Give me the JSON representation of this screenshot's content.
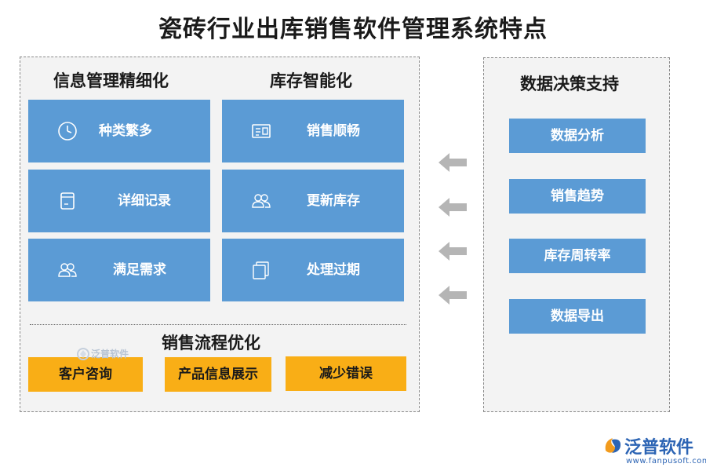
{
  "title": "瓷砖行业出库销售软件管理系统特点",
  "left_panel": {
    "info_heading": "信息管理精细化",
    "stock_heading": "库存智能化",
    "info_items": [
      {
        "label": "种类繁多",
        "icon": "clock-icon"
      },
      {
        "label": "详细记录",
        "icon": "document-icon"
      },
      {
        "label": "满足需求",
        "icon": "users-icon"
      }
    ],
    "stock_items": [
      {
        "label": "销售顺畅",
        "icon": "invoice-icon"
      },
      {
        "label": "更新库存",
        "icon": "users-icon"
      },
      {
        "label": "处理过期",
        "icon": "files-icon"
      }
    ],
    "flow_heading": "销售流程优化",
    "flow_items": [
      "客户咨询",
      "产品信息展示",
      "减少错误"
    ]
  },
  "right_panel": {
    "heading": "数据决策支持",
    "items": [
      "数据分析",
      "销售趋势",
      "库存周转率",
      "数据导出"
    ]
  },
  "watermark": "泛普软件",
  "brand": {
    "name": "泛普软件",
    "url": "www.fanpusoft.com"
  },
  "colors": {
    "tile_blue": "#5b9bd5",
    "flow_orange": "#f9ae16",
    "arrow_gray": "#b5b5b5",
    "panel_bg": "#f3f3f3",
    "brand_blue": "#2c64b4"
  }
}
